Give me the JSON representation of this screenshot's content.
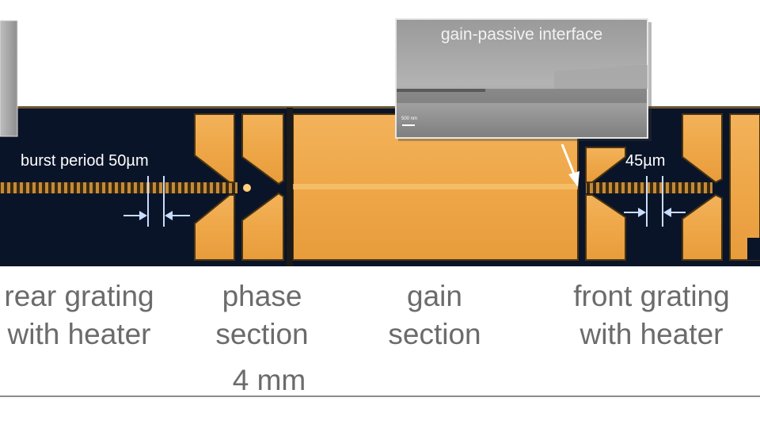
{
  "figure": {
    "inset": {
      "title": "gain-passive interface",
      "scale_text": "500 nm"
    },
    "dimensions": {
      "burst_period": "burst period 50µm",
      "front_spacing": "45µm"
    },
    "sections": [
      {
        "line1": "rear grating",
        "line2": "with heater"
      },
      {
        "line1": "phase",
        "line2": "section"
      },
      {
        "line1": "gain",
        "line2": "section"
      },
      {
        "line1": "front grating",
        "line2": "with heater"
      }
    ],
    "length_label": "4 mm",
    "colors": {
      "gold": "#f0aa4c",
      "gold_dark": "#c98a2c",
      "background_dark": "#0a1428",
      "text_gray": "#6b6b6b",
      "scale_line": "#8c8c8c"
    }
  }
}
